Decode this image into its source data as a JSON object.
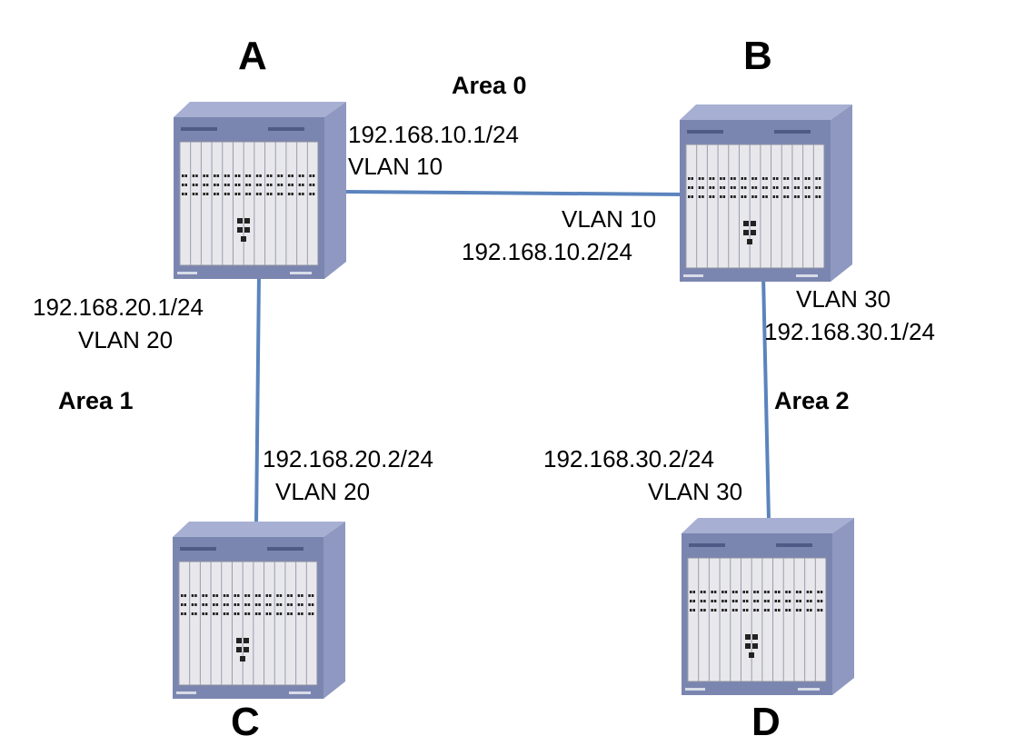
{
  "colors": {
    "link": "#5b84bd",
    "chassis_front": "#7b86b0",
    "chassis_side": "#8e98c0",
    "chassis_top": "#a7b0d2",
    "panel": "#e8e8ec"
  },
  "nodes": {
    "a": {
      "name": "A"
    },
    "b": {
      "name": "B"
    },
    "c": {
      "name": "C"
    },
    "d": {
      "name": "D"
    }
  },
  "areas": {
    "area0": "Area 0",
    "area1": "Area 1",
    "area2": "Area 2"
  },
  "links": {
    "ab": {
      "a_ip": "192.168.10.1/24",
      "a_vlan": "VLAN 10",
      "b_vlan": "VLAN 10",
      "b_ip": "192.168.10.2/24"
    },
    "ac": {
      "a_ip": "192.168.20.1/24",
      "a_vlan": "VLAN 20",
      "c_ip": "192.168.20.2/24",
      "c_vlan": "VLAN 20"
    },
    "bd": {
      "b_vlan": "VLAN 30",
      "b_ip": "192.168.30.1/24",
      "d_ip": "192.168.30.2/24",
      "d_vlan": "VLAN 30"
    }
  }
}
